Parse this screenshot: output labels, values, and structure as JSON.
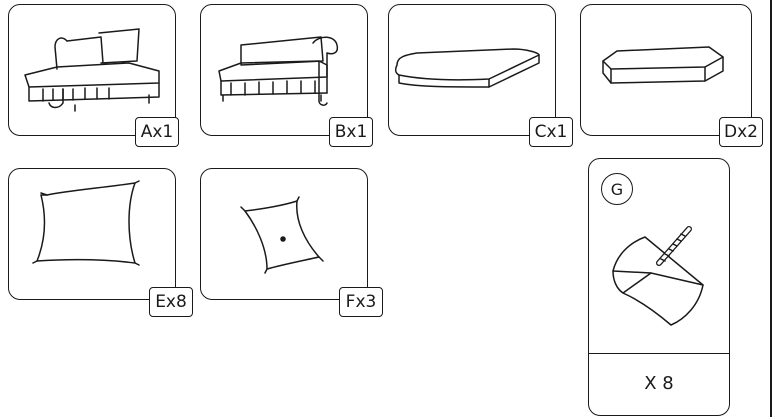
{
  "parts": [
    {
      "id": "A",
      "label": "Ax1",
      "icon": "chaise-lounge-section"
    },
    {
      "id": "B",
      "label": "Bx1",
      "icon": "armless-sofa-section"
    },
    {
      "id": "C",
      "label": "Cx1",
      "icon": "seat-cushion"
    },
    {
      "id": "D",
      "label": "Dx2",
      "icon": "back-cushion"
    },
    {
      "id": "E",
      "label": "Ex8",
      "icon": "throw-pillow"
    },
    {
      "id": "F",
      "label": "Fx3",
      "icon": "tufted-pillow"
    }
  ],
  "hardware": {
    "letter": "G",
    "quantity": "X 8",
    "icon": "screw-in-leg-bracket"
  }
}
